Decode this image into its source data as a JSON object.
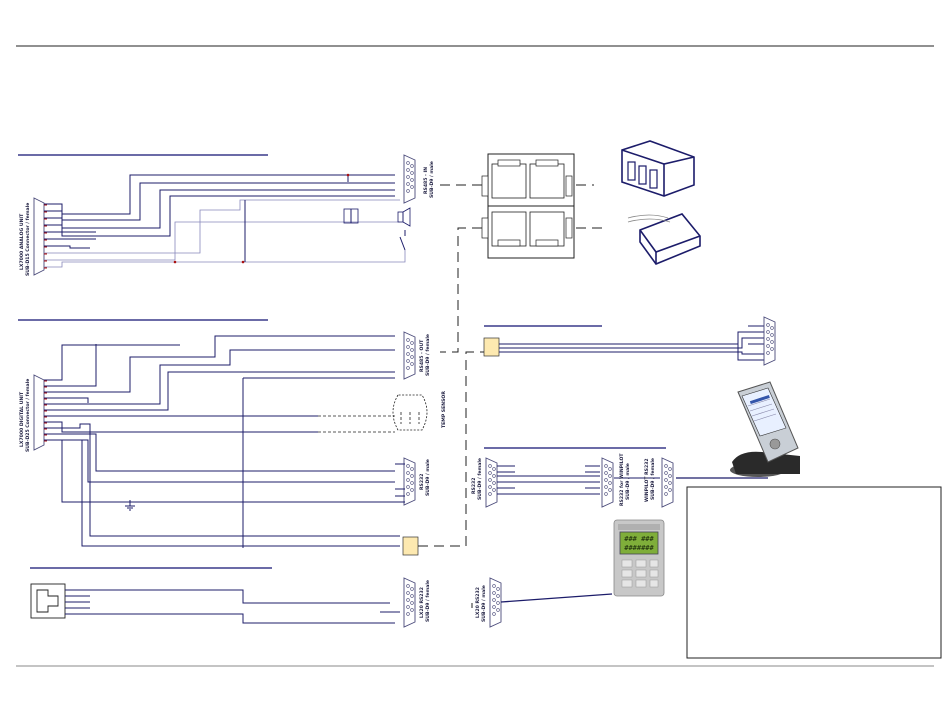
{
  "labels": {
    "analog_unit": "LX7000 ANALOG UNIT",
    "analog_conn": "SUB-D15 Connector / female",
    "digital_unit": "LX7000 DIGITAL UNIT",
    "digital_conn": "SUB-D25 Connector / female",
    "rs485_in": "RS485 - IN",
    "rs485_in_sub": "SUB-D9 / male",
    "rs485_out": "RS485 - OUT",
    "rs485_out_sub": "SUB-D9 / female",
    "temp_sensor": "TEMP SENSOR",
    "rs232": "RS232",
    "rs232_sub": "SUB-D9 / male",
    "lx20_rs232": "LX20 RS232",
    "lx20_rs232_sub": "SUB-D9 / female",
    "rs232_mid": "RS232",
    "rs232_mid_sub": "SUB-D9 / female",
    "rs232_winpilot": "RS232 for WINPILOT",
    "rs232_winpilot_sub": "SUB-D9 / male",
    "winpilot_rs232": "WINPILOT RS232",
    "winpilot_rs232_sub": "SUB-D9 / female",
    "lx20_rs232_b": "LX20 RS232",
    "lx20_rs232_b_sub": "SUB-D9 / male",
    "lcd_line1": "### ###",
    "lcd_line2": "#######"
  },
  "icons": [
    "connector-icon",
    "speaker-icon",
    "switch-icon",
    "ground-icon",
    "pda-icon",
    "handheld-device-icon",
    "variometer-instrument-icon",
    "compass-box-icon"
  ],
  "colors": {
    "wire": "#1c1c6a",
    "junction_box": "#fde9b0",
    "pin": "#aa1111"
  }
}
